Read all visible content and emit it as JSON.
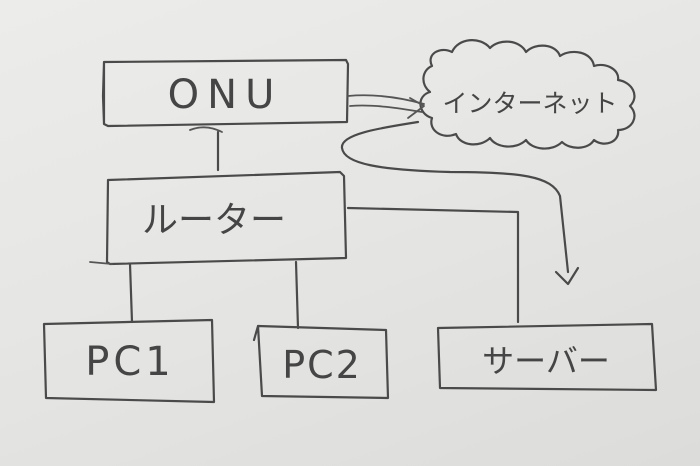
{
  "nodes": {
    "onu": "ONU",
    "internet": "インターネット",
    "router": "ルーター",
    "pc1": "PC1",
    "pc2": "PC2",
    "server": "サーバー"
  },
  "colors": {
    "paper": "#e8e8e6",
    "ink": "#4a4a4a"
  }
}
